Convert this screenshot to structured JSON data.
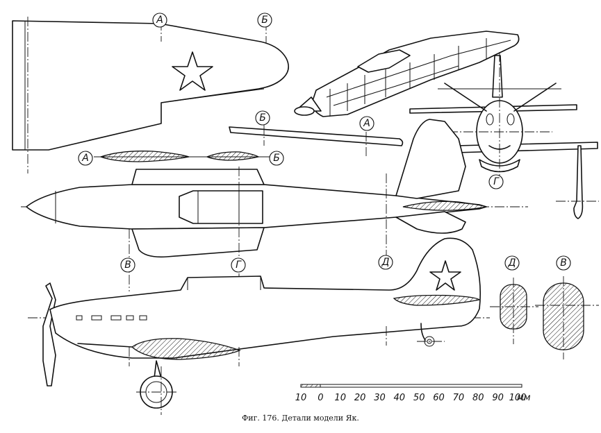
{
  "caption": "Фиг. 176. Детали модели Як.",
  "section_labels": {
    "A": "А",
    "B": "Б",
    "V": "В",
    "G": "Г",
    "D": "Д"
  },
  "scale_bar": {
    "ticks": [
      "10",
      "0",
      "10",
      "20",
      "30",
      "40",
      "50",
      "60",
      "70",
      "80",
      "90",
      "100"
    ],
    "unit": "мм"
  },
  "colors": {
    "ink": "#111111",
    "paper": "#ffffff"
  },
  "icons": {
    "star": "red-star-insignia-icon"
  }
}
